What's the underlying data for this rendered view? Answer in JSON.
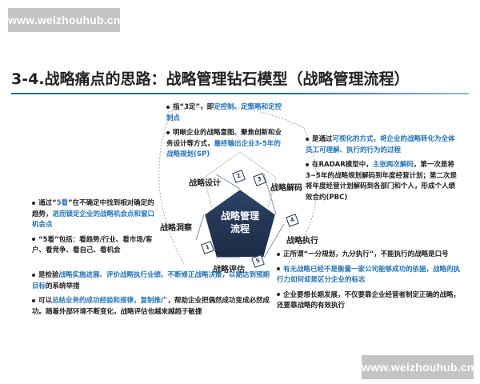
{
  "watermark": {
    "top": "www.weizhouhub.cn",
    "bottom": "www.weizhouhub.cn"
  },
  "title": "3-4.战略痛点的思路：战略管理钻石模型（战略管理流程）",
  "diagram": {
    "center": {
      "line1": "战略管理",
      "line2": "流程"
    },
    "labels": {
      "design": "战略设计",
      "decode": "战略解码",
      "execute": "战略执行",
      "evaluate": "战略评估",
      "insight": "战略洞察"
    },
    "numbers": {
      "design": "2",
      "decode": "3",
      "execute": "4",
      "evaluate": "5",
      "insight": "1"
    }
  },
  "blocks": {
    "design": {
      "p1": [
        "指“3定”，即",
        "定控制、定策略和定控制点"
      ],
      "p2": [
        "明晰企业的战略意图、聚焦创新和业务设计等方式，",
        "最终输出企业3-5年的战略规划(SP)"
      ]
    },
    "decode": {
      "p1": [
        "是通过",
        "可视化的方式",
        "，将企业的战略转化为全体员工可理解、执行的行为的过程"
      ],
      "p2": [
        "在RADAR模型中，",
        "主张两次解码",
        "，第一次是将3~5年的战略规划解码到年度经营计划；第二次是将年度经营计划解码到各部门和个人，形成个人绩效合约(PBC)"
      ]
    },
    "insight": {
      "p1": [
        "通过“",
        "5看",
        "”在不确定中找到相对确定的趋势，",
        "进而锁定企业的战略机会点和窗口机会点"
      ],
      "p2": [
        "“5看”包括：看趋势/行业、看市场/客户、看竞争、看自己、看机会"
      ]
    },
    "execute": {
      "p1": [
        "正所谓“一分规划，九分执行”，不能执行的战略是口号"
      ],
      "p2": [
        "有无战略已经不是衡量一家公司能够成功的依据，战略的执行力如何却是区分企业的标志"
      ],
      "p3": [
        "企业要想长期发展，不仅要靠企业经营者制定正确的战略，还要靠战略的有效执行"
      ]
    },
    "evaluate": {
      "p1": [
        "是检验",
        "战略实施进展、评价战略执行业绩、不断修正战略决策，以期达到预期目标",
        "的系统举措"
      ],
      "p2": [
        "可以",
        "总结业务的成功经验和规律，复制推广",
        "，帮助企业把偶然成功变成必然成功。随着外部环境不断变化，战略评估也越来越趋于敏捷"
      ]
    }
  }
}
